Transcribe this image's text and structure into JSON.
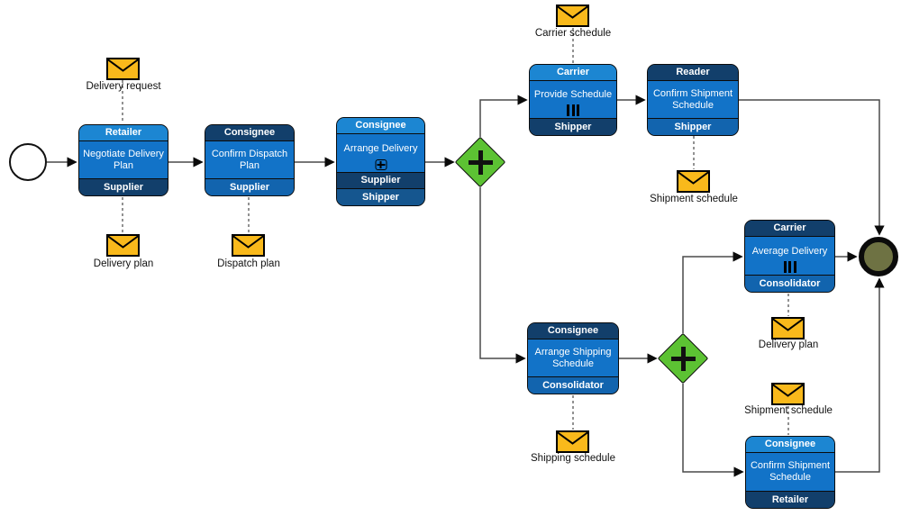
{
  "diagram": {
    "type": "bpmn-process",
    "colors": {
      "task_header_light": "#1C86D2",
      "task_body_blue": "#1273C8",
      "band_mid_blue": "#1264AE",
      "band_mid_dark_blue": "#15568F",
      "band_dark_navy": "#123F6B",
      "gateway_green": "#5CC233",
      "message_yellow": "#F9B91B",
      "end_event_fill": "#6E7243",
      "connector": "#4a4a4a"
    }
  },
  "tasks": [
    {
      "header": "Retailer",
      "label": "Negotiate Delivery Plan",
      "bands": [
        "Supplier"
      ]
    },
    {
      "header": "Consignee",
      "label": "Confirm Dispatch Plan",
      "bands": [
        "Supplier"
      ]
    },
    {
      "header": "Consignee",
      "label": "Arrange Delivery",
      "bands": [
        "Supplier",
        "Shipper"
      ],
      "marker": "subprocess"
    },
    {
      "header": "Carrier",
      "label": "Provide Schedule",
      "bands": [
        "Shipper"
      ],
      "marker": "multi-instance"
    },
    {
      "header": "Reader",
      "label": "Confirm Shipment Schedule",
      "bands": [
        "Shipper"
      ]
    },
    {
      "header": "Consignee",
      "label": "Arrange Shipping Schedule",
      "bands": [
        "Consolidator"
      ]
    },
    {
      "header": "Carrier",
      "label": "Average Delivery",
      "bands": [
        "Consolidator"
      ],
      "marker": "multi-instance"
    },
    {
      "header": "Consignee",
      "label": "Confirm Shipment Schedule",
      "bands": [
        "Retailer"
      ]
    }
  ],
  "messages": [
    {
      "label": "Delivery request"
    },
    {
      "label": "Delivery plan"
    },
    {
      "label": "Dispatch plan"
    },
    {
      "label": "Carrier schedule"
    },
    {
      "label": "Shipment schedule"
    },
    {
      "label": "Shipping schedule"
    },
    {
      "label": "Delivery plan"
    },
    {
      "label": "Shipment schedule"
    }
  ],
  "gateways": [
    {
      "kind": "parallel",
      "symbol": "+"
    },
    {
      "kind": "parallel",
      "symbol": "+"
    }
  ]
}
